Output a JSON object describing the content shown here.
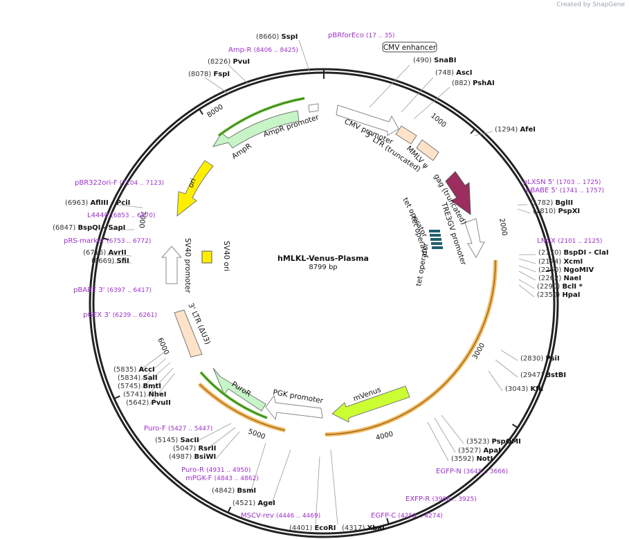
{
  "credit": "Created by SnapGene",
  "plasmid": {
    "name": "hMLKL-Venus-Plasma",
    "size_label": "8799 bp",
    "length": 8799
  },
  "tick_labels": [
    "1000",
    "2000",
    "3000",
    "4000",
    "5000",
    "6000",
    "7000",
    "8000"
  ],
  "colors": {
    "primer": "#9b30c8",
    "ampr": "#c8f5c8",
    "ori": "#ffee00",
    "gag": "#9b2d5f",
    "ltr": "#ffe3c8",
    "venus": "#ccff33",
    "puro": "#c8f5c8",
    "tet": "#1f5f6e",
    "orange_span": "#f4b960",
    "green_span": "#6fbf3e",
    "outline": "#ffffff"
  },
  "sites": [
    {
      "name": "SspI",
      "pos": "(8660)"
    },
    {
      "name": "PvuI",
      "pos": "(8226)"
    },
    {
      "name": "FspI",
      "pos": "(8078)"
    },
    {
      "name": "SnaBI",
      "pos": "(490)"
    },
    {
      "name": "AscI",
      "pos": "(748)"
    },
    {
      "name": "PshAI",
      "pos": "(882)"
    },
    {
      "name": "AfeI",
      "pos": "(1294)"
    },
    {
      "name": "BglII",
      "pos": "(1782)"
    },
    {
      "name": "PspXI",
      "pos": "(1810)"
    },
    {
      "name": "BspDI",
      "pos": "(2170)",
      "extra": "- ClaI"
    },
    {
      "name": "XcmI",
      "pos": "(2174)"
    },
    {
      "name": "NgoMIV",
      "pos": "(2260)"
    },
    {
      "name": "NaeI",
      "pos": "(2262)"
    },
    {
      "name": "BclI *",
      "pos": "(2290)"
    },
    {
      "name": "HpaI",
      "pos": "(2350)"
    },
    {
      "name": "PsiI",
      "pos": "(2830)"
    },
    {
      "name": "BstBI",
      "pos": "(2947)"
    },
    {
      "name": "KflI",
      "pos": "(3043)"
    },
    {
      "name": "PspOMI",
      "pos": "(3523)"
    },
    {
      "name": "ApaI",
      "pos": "(3527)"
    },
    {
      "name": "NotI",
      "pos": "(3592)"
    },
    {
      "name": "XbaI",
      "pos": "(4317)"
    },
    {
      "name": "EcoRI",
      "pos": "(4401)"
    },
    {
      "name": "AgeI",
      "pos": "(4521)"
    },
    {
      "name": "BsmI",
      "pos": "(4842)"
    },
    {
      "name": "BsiWI",
      "pos": "(4987)"
    },
    {
      "name": "RsrII",
      "pos": "(5047)"
    },
    {
      "name": "SacII",
      "pos": "(5145)"
    },
    {
      "name": "PvuII",
      "pos": "(5642)"
    },
    {
      "name": "NheI",
      "pos": "(5741)"
    },
    {
      "name": "BmtI",
      "pos": "(5745)"
    },
    {
      "name": "SalI",
      "pos": "(5834)"
    },
    {
      "name": "AccI",
      "pos": "(5835)"
    },
    {
      "name": "SfiI",
      "pos": "(6669)"
    },
    {
      "name": "AvrII",
      "pos": "(6716)"
    },
    {
      "name": "BspQI",
      "pos": "(6847)",
      "extra": "- SapI"
    },
    {
      "name": "AflIII",
      "pos": "(6963)",
      "extra": "- PciI"
    }
  ],
  "primers": [
    {
      "name": "pBRforEco",
      "range": "(17 .. 35)"
    },
    {
      "name": "Amp-R",
      "range": "(8406 .. 8425)"
    },
    {
      "name": "pLXSN 5'",
      "range": "(1703 .. 1725)"
    },
    {
      "name": "pBABE 5'",
      "range": "(1741 .. 1757)"
    },
    {
      "name": "LNCX",
      "range": "(2101 .. 2125)"
    },
    {
      "name": "pBR322ori-F",
      "range": "(7104 .. 7123)"
    },
    {
      "name": "L4440",
      "range": "(6853 .. 6870)"
    },
    {
      "name": "pRS-marker",
      "range": "(6753 .. 6772)"
    },
    {
      "name": "pBABE 3'",
      "range": "(6397 .. 6417)"
    },
    {
      "name": "pGEX 3'",
      "range": "(6239 .. 6261)"
    },
    {
      "name": "Puro-F",
      "range": "(5427 .. 5447)"
    },
    {
      "name": "Puro-R",
      "range": "(4931 .. 4950)"
    },
    {
      "name": "mPGK-F",
      "range": "(4843 .. 4862)"
    },
    {
      "name": "MSCV-rev",
      "range": "(4446 .. 4469)"
    },
    {
      "name": "EGFP-C",
      "range": "(4253 .. 4274)"
    },
    {
      "name": "EXFP-R",
      "range": "(3906 .. 3925)"
    },
    {
      "name": "EGFP-N",
      "range": "(3645 .. 3666)"
    }
  ],
  "features": {
    "cmv_enhancer": "CMV enhancer",
    "cmv_promoter": "CMV promoter",
    "ltr5": "5' LTR (truncated)",
    "mmlv": "MMLV ψ",
    "gag": "gag (truncated)",
    "tre3gv": "TRE3GV promoter",
    "tet1": "tet operator",
    "tet2": "tet operator",
    "tet3": "tet operator",
    "mvenus": "mVenus",
    "pgk": "PGK promoter",
    "puror": "PuroR",
    "ltr3": "3' LTR (ΔU3)",
    "sv40_promoter": "SV40 promoter",
    "sv40_ori": "SV40 ori",
    "ori": "ori",
    "ampr": "AmpR",
    "ampr_promoter": "AmpR promoter"
  }
}
